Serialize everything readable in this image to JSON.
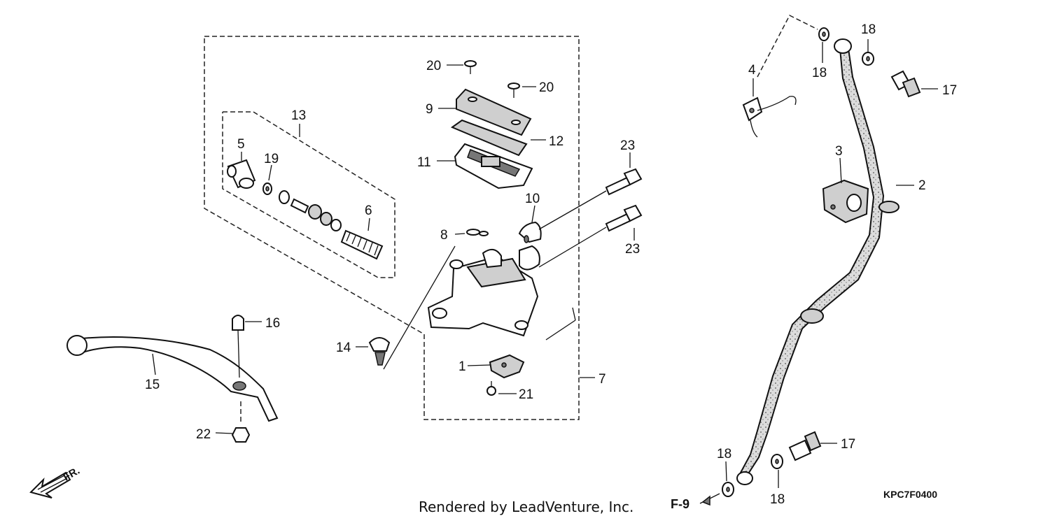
{
  "callouts": {
    "c1": "1",
    "c2": "2",
    "c3": "3",
    "c4": "4",
    "c5": "5",
    "c6": "6",
    "c7": "7",
    "c8": "8",
    "c9": "9",
    "c10": "10",
    "c11": "11",
    "c12": "12",
    "c13": "13",
    "c14": "14",
    "c15": "15",
    "c16": "16",
    "c17a": "17",
    "c17b": "17",
    "c18a": "18",
    "c18b": "18",
    "c18c": "18",
    "c18d": "18",
    "c19": "19",
    "c20a": "20",
    "c20b": "20",
    "c21": "21",
    "c22": "22",
    "c23a": "23",
    "c23b": "23"
  },
  "front_indicator": "FR.",
  "ref_label": "F-9",
  "diagram_code": "KPC7F0400",
  "credit": "Rendered by LeadVenture, Inc."
}
